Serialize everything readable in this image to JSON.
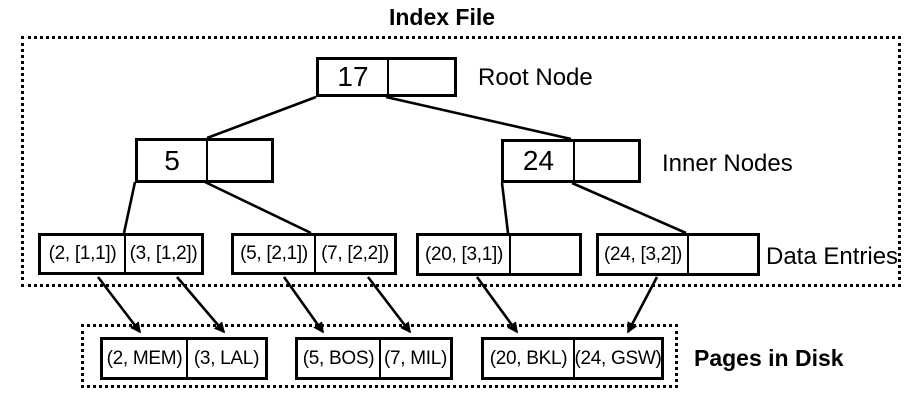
{
  "title": "Index File",
  "labels": {
    "root_node": "Root Node",
    "inner_nodes": "Inner Nodes",
    "data_entries": "Data Entries",
    "pages_in_disk": "Pages in Disk"
  },
  "nodes": {
    "root": {
      "key": "17",
      "pointer": ""
    },
    "inner": [
      {
        "key": "5",
        "pointer": ""
      },
      {
        "key": "24",
        "pointer": ""
      }
    ]
  },
  "data_entries": [
    {
      "left": "(2, [1,1])",
      "right": "(3, [1,2])"
    },
    {
      "left": "(5, [2,1])",
      "right": "(7, [2,2])"
    },
    {
      "left": "(20, [3,1])",
      "right": ""
    },
    {
      "left": "(24, [3,2])",
      "right": ""
    }
  ],
  "disk_pages": [
    {
      "left": "(2, MEM)",
      "right": "(3, LAL)"
    },
    {
      "left": "(5, BOS)",
      "right": "(7, MIL)"
    },
    {
      "left": "(20, BKL)",
      "right": "(24, GSW)"
    }
  ],
  "colors": {
    "ink": "#000000",
    "background": "#ffffff"
  }
}
